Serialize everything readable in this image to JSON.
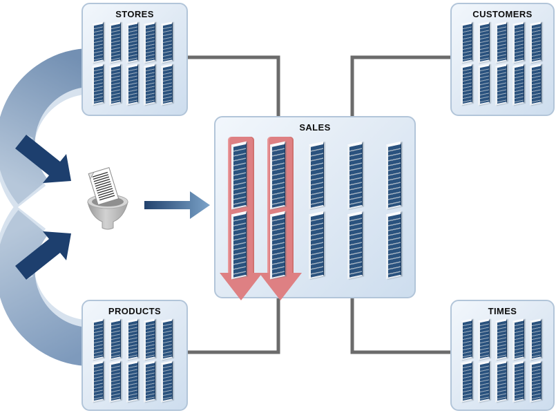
{
  "diagram": {
    "name": "star-schema-etl-diagram",
    "tables": [
      {
        "id": "stores",
        "label": "STORES",
        "role": "dimension",
        "columns": 5,
        "segments": 2
      },
      {
        "id": "customers",
        "label": "CUSTOMERS",
        "role": "dimension",
        "columns": 5,
        "segments": 2
      },
      {
        "id": "sales",
        "label": "SALES",
        "role": "fact",
        "columns": 5,
        "segments": 2,
        "highlighted_columns": [
          0,
          1
        ]
      },
      {
        "id": "products",
        "label": "PRODUCTS",
        "role": "dimension",
        "columns": 5,
        "segments": 2
      },
      {
        "id": "times",
        "label": "TIMES",
        "role": "dimension",
        "columns": 5,
        "segments": 2
      }
    ],
    "connectors": [
      {
        "from": "stores",
        "to": "sales"
      },
      {
        "from": "customers",
        "to": "sales"
      },
      {
        "from": "products",
        "to": "sales"
      },
      {
        "from": "times",
        "to": "sales"
      }
    ],
    "icons": [
      "cycle-ribbon-top-icon",
      "cycle-ribbon-bottom-icon",
      "funnel-icon",
      "document-icon",
      "etl-arrow-icon",
      "fact-column-highlight-arrow"
    ],
    "colors": {
      "box_border": "#b2c5d9",
      "box_fill_light": "#f2f7fc",
      "box_fill_dark": "#cdddee",
      "bar_face": "#2a527e",
      "bar_stripe": "#a3b2c1",
      "highlight_arrow": "#de8083",
      "connector_gray": "#6b6b6b",
      "ribbon_steel": "#7390b3",
      "ribbon_pale": "#d7e2ee",
      "navy_arrow": "#1d3f6e",
      "funnel_gray": "#b5b5b5"
    }
  }
}
